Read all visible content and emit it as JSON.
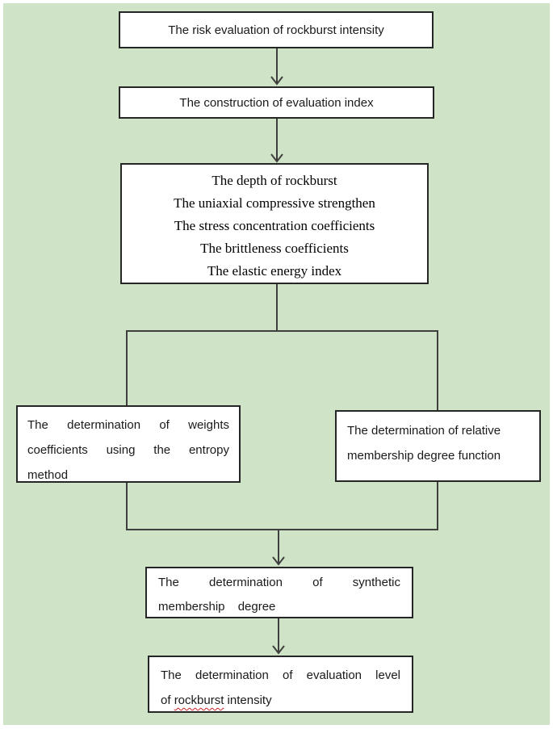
{
  "page": {
    "background_color": "#ffffff",
    "panel_color": "#cfe4c6",
    "box_border_color": "#262626",
    "connector_color": "#3f3f3f",
    "text_color": "#1a1a1a",
    "spellcheck_underline_color": "#cc2020"
  },
  "flowchart": {
    "box_risk": {
      "label": "The risk evaluation of rockburst intensity"
    },
    "box_construction": {
      "label": "The construction of evaluation index"
    },
    "box_indices": {
      "lines": [
        "The depth of rockburst",
        "The uniaxial compressive strengthen",
        "The stress concentration coefficients",
        "The brittleness coefficients",
        "The elastic energy index"
      ]
    },
    "box_weights": {
      "lines": [
        "The determination of weights",
        "coefficients using the entropy",
        "method"
      ]
    },
    "box_membership_function": {
      "lines": [
        "The determination of relative",
        "membership degree function"
      ]
    },
    "box_synthetic": {
      "lines": [
        "The determination of synthetic",
        "membership degree"
      ]
    },
    "box_evaluation_level": {
      "line1": "The determination of evaluation level",
      "line2_prefix": "of ",
      "line2_misspelled": "rockburst",
      "line2_suffix": " intensity"
    }
  }
}
